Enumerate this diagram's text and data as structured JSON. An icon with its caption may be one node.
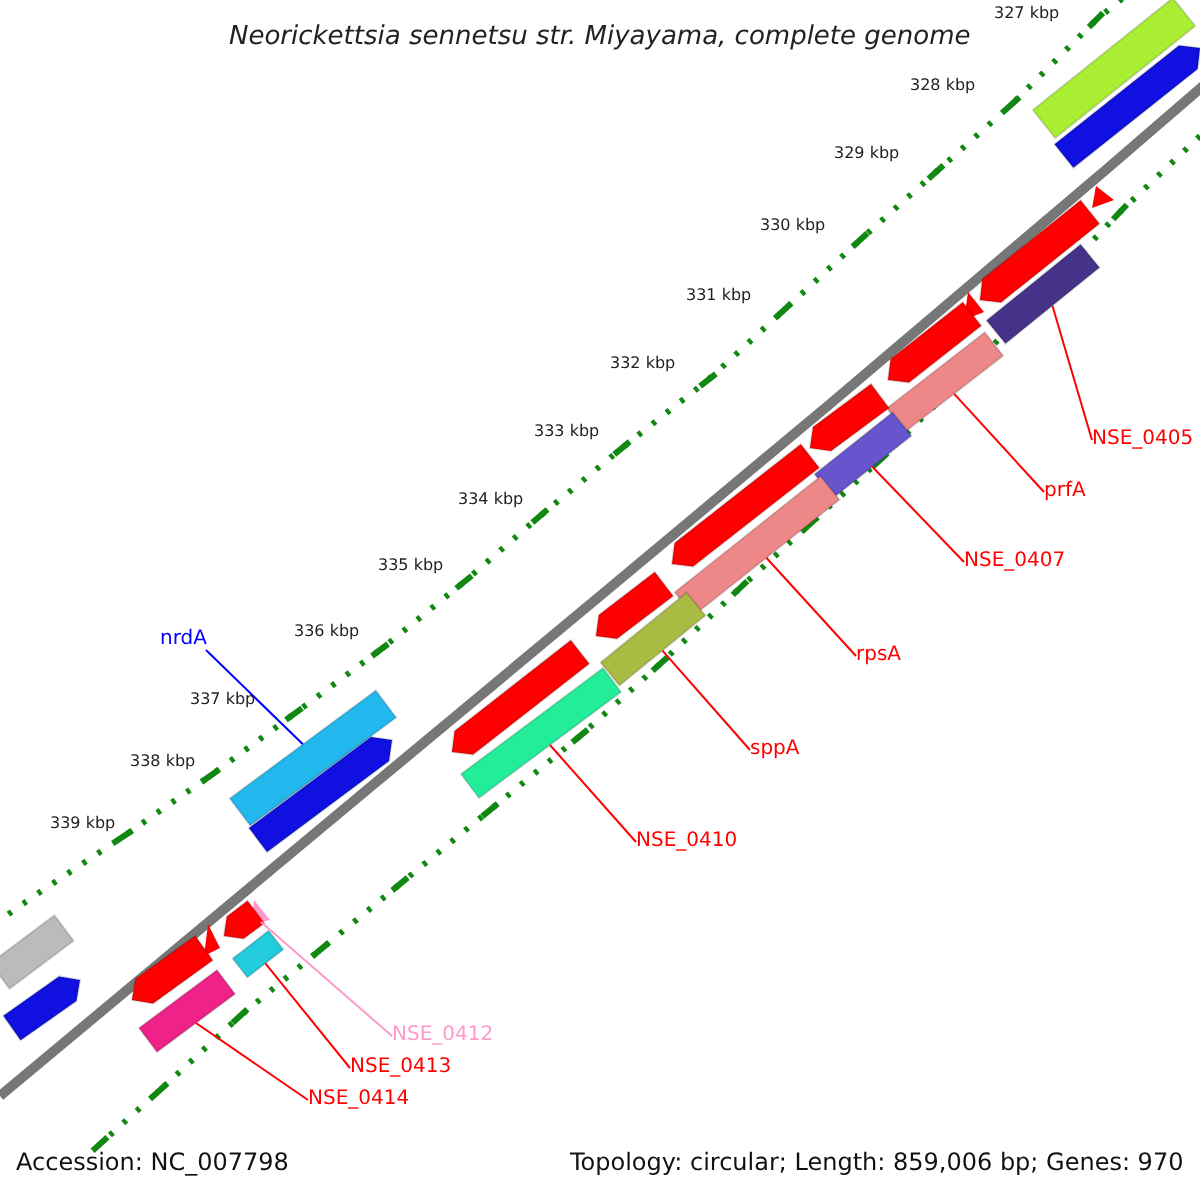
{
  "diagram": {
    "title": "Neorickettsia sennetsu str. Miyayama, complete genome",
    "nodes": [
      {
        "text": [],
        "shape": "bar"
      },
      {
        "text": [
          "NSE_0405"
        ]
      },
      {
        "text": [],
        "shape": "bar"
      },
      {
        "text": [
          "prfA"
        ]
      },
      {
        "text": [],
        "shape": "bar"
      },
      {
        "text": [
          "NSE_0407"
        ]
      },
      {
        "text": [],
        "shape": "bar"
      },
      {
        "text": [
          "rpsA"
        ]
      },
      {
        "text": [],
        "shape": "bar"
      },
      {
        "text": [
          "sppA"
        ]
      },
      {
        "text": [
          "nrdA"
        ]
      },
      {
        "text": [],
        "shape": "bar"
      },
      {
        "text": [],
        "shape": "bar"
      },
      {
        "text": [
          "NSE_0410"
        ]
      },
      {
        "text": [],
        "shape": "triangle"
      },
      {
        "text": [],
        "shape": "bar"
      },
      {
        "text": [],
        "shape": "bar"
      },
      {
        "text": [
          "NSE_0412"
        ]
      },
      {
        "text": [
          "NSE_0413"
        ]
      },
      {
        "text": [
          "NSE_0414"
        ]
      },
      {
        "text": [],
        "shape": "bar"
      },
      {
        "text": [],
        "shape": "bar"
      },
      {
        "text": [],
        "shape": "triangle"
      },
      {
        "text": [],
        "shape": "bar"
      },
      {
        "text": [],
        "shape": "triangle"
      },
      {
        "text": [],
        "shape": "bar"
      },
      {
        "text": [],
        "shape": "bar"
      },
      {
        "text": [],
        "shape": "bar"
      },
      {
        "text": [],
        "shape": "bar"
      },
      {
        "text": [],
        "shape": "bar"
      },
      {
        "text": [],
        "shape": "bar"
      },
      {
        "text": [],
        "shape": "bar"
      },
      {
        "text": [],
        "shape": "bar"
      },
      {
        "text": [],
        "shape": "triangle"
      },
      {
        "text": [],
        "shape": "bar"
      },
      {
        "text": [],
        "shape": "bar"
      }
    ],
    "edges": [
      {
        "from": 1,
        "to": 0,
        "arrow": "none"
      },
      {
        "from": 3,
        "to": 2,
        "arrow": "none"
      },
      {
        "from": 5,
        "to": 4,
        "arrow": "none"
      },
      {
        "from": 7,
        "to": 6,
        "arrow": "none"
      },
      {
        "from": 9,
        "to": 8,
        "arrow": "none"
      },
      {
        "from": 10,
        "to": 11,
        "arrow": "none",
        "color": "#0000ff"
      },
      {
        "from": 13,
        "to": 12,
        "arrow": "none"
      },
      {
        "from": 17,
        "to": 14,
        "arrow": "none",
        "color": "#ff99cc"
      },
      {
        "from": 18,
        "to": 15,
        "arrow": "none"
      },
      {
        "from": 19,
        "to": 16,
        "arrow": "none"
      }
    ],
    "labels": [
      "327 kbp",
      "328 kbp",
      "329 kbp",
      "330 kbp",
      "331 kbp",
      "332 kbp",
      "333 kbp",
      "334 kbp",
      "335 kbp",
      "336 kbp",
      "337 kbp",
      "338 kbp",
      "339 kbp",
      "Accession: NC_007798",
      "Topology: circular; Length: 859,006 bp; Genes: 970"
    ]
  }
}
